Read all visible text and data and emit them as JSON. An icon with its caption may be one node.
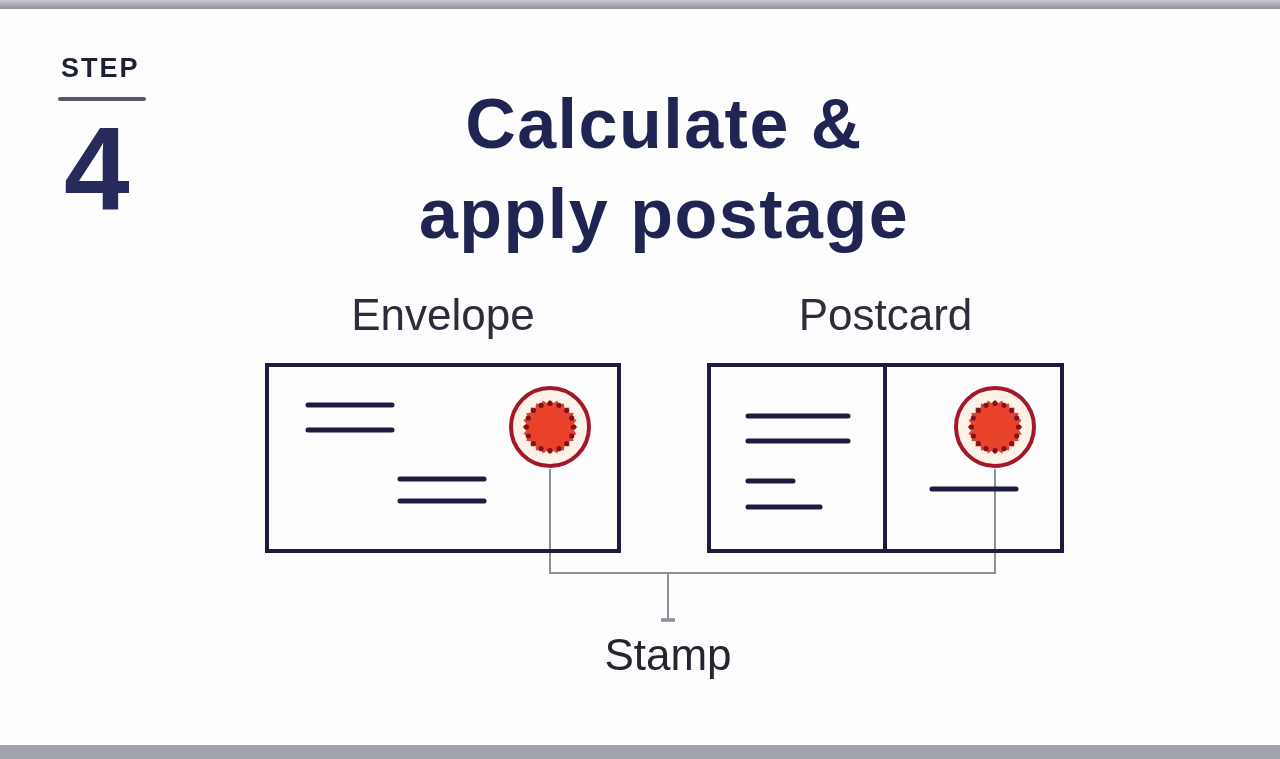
{
  "diagram": {
    "title": "Calculate & apply postage",
    "nodes": [
      {
        "text": [
          "Envelope"
        ]
      },
      {
        "text": [],
        "shape": "circle",
        "in": 0
      },
      {
        "text": [
          "Postcard"
        ]
      },
      {
        "text": [],
        "shape": "circle",
        "in": 2
      },
      {
        "text": [
          "Stamp"
        ]
      }
    ],
    "edges": [
      {
        "from": 4,
        "to": 1,
        "arrow": "other"
      },
      {
        "from": 4,
        "to": 3,
        "arrow": "other"
      }
    ],
    "labels": [
      "STEP",
      "4"
    ]
  }
}
